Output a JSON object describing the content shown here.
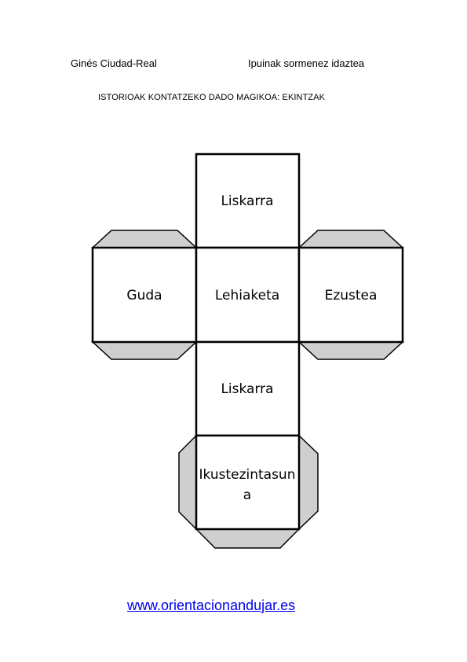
{
  "header": {
    "author": "Ginés Ciudad-Real",
    "subject": "Ipuinak sormenez idaztea"
  },
  "title": "ISTORIOAK KONTATZEKO DADO MAGIKOA: EKINTZAK",
  "die": {
    "faces": {
      "top": "Liskarra",
      "left": "Guda",
      "center": "Lehiaketa",
      "right": "Ezustea",
      "lower": "Liskarra",
      "bottom_line1": "Ikustezintasun",
      "bottom_line2": "a"
    },
    "tab_color": "#cfcfcf"
  },
  "footer": {
    "link": "www.orientacionandujar.es"
  }
}
